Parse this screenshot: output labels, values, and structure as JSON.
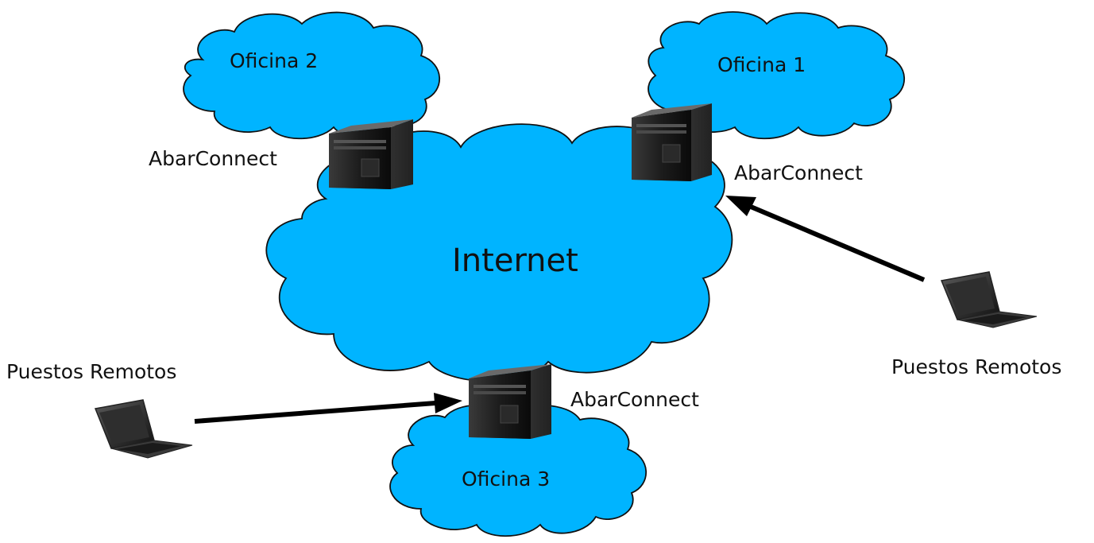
{
  "colors": {
    "cloud_fill": "#00b4ff",
    "cloud_stroke": "#111111",
    "arrow": "#000000",
    "text": "#111111"
  },
  "clouds": {
    "internet": "Internet",
    "oficina_1": "Oficina 1",
    "oficina_2": "Oficina 2",
    "oficina_3": "Oficina 3"
  },
  "servers": {
    "server_1": "AbarConnect",
    "server_2": "AbarConnect",
    "server_3": "AbarConnect"
  },
  "remotes": {
    "left": "Puestos Remotos",
    "right": "Puestos Remotos"
  },
  "icons": [
    "cloud-icon",
    "server-tower-icon",
    "laptop-icon",
    "arrow-icon"
  ]
}
